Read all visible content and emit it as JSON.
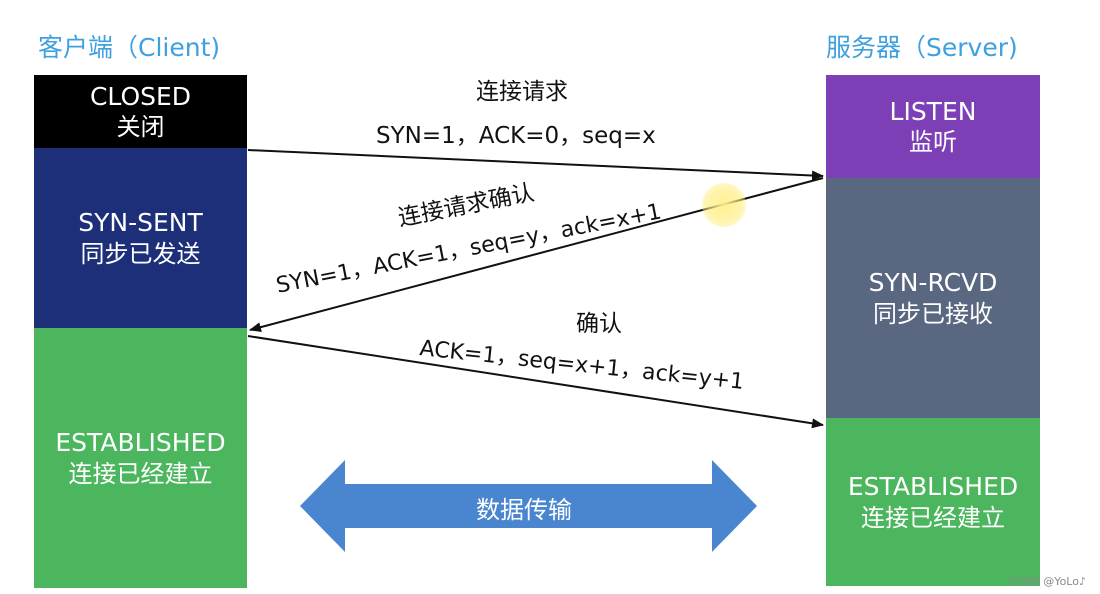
{
  "client": {
    "title": "客户端（Client)",
    "states": {
      "closed": {
        "en": "CLOSED",
        "cn": "关闭",
        "color": "#000000"
      },
      "syn_sent": {
        "en": "SYN-SENT",
        "cn": "同步已发送",
        "color": "#1c2f78"
      },
      "established": {
        "en": "ESTABLISHED",
        "cn": "连接已经建立",
        "color": "#4cb65f"
      }
    }
  },
  "server": {
    "title": "服务器（Server)",
    "states": {
      "listen": {
        "en": "LISTEN",
        "cn": "监听",
        "color": "#7d3fb6"
      },
      "syn_rcvd": {
        "en": "SYN-RCVD",
        "cn": "同步已接收",
        "color": "#5a6780"
      },
      "established": {
        "en": "ESTABLISHED",
        "cn": "连接已经建立",
        "color": "#4cb65f"
      }
    }
  },
  "messages": {
    "request": {
      "title": "连接请求",
      "fields": "SYN=1，ACK=0，seq=x"
    },
    "confirm_request": {
      "title": "连接请求确认",
      "fields": "SYN=1，ACK=1，seq=y，ack=x+1"
    },
    "ack": {
      "title": "确认",
      "fields": "ACK=1，seq=x+1，ack=y+1"
    }
  },
  "data_transfer": {
    "label": "数据传输",
    "color": "#4a86d0"
  },
  "watermark": "CSDN @YoLo♪",
  "accent_color": "#3fa0e0"
}
